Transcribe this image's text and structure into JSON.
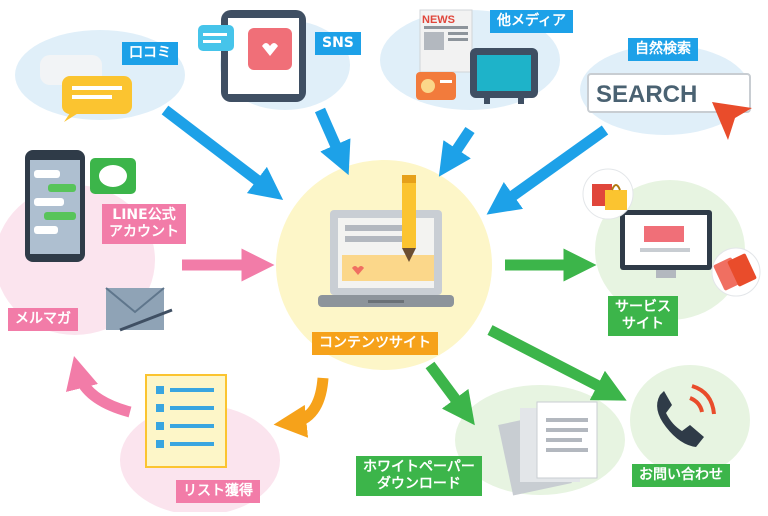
{
  "center": {
    "label": "コンテンツサイト"
  },
  "inputs": {
    "kuchikomi": "口コミ",
    "sns": "SNS",
    "other_media": "他メディア",
    "natural_search": "自然検索",
    "line_official": [
      "LINE公式",
      "アカウント"
    ]
  },
  "outputs": {
    "service_site": [
      "サービス",
      "サイト"
    ],
    "whitepaper": [
      "ホワイトペーパー",
      "ダウンロード"
    ],
    "inquiry": "お問い合わせ"
  },
  "nurture": {
    "list": "リスト獲得",
    "mailmag": "メルマガ"
  },
  "icons": {
    "news_text": "NEWS",
    "search_text": "SEARCH"
  },
  "colors": {
    "blue": "#1da1e8",
    "green": "#3cb54a",
    "pink": "#f27ca8",
    "orange": "#f6a21a"
  }
}
